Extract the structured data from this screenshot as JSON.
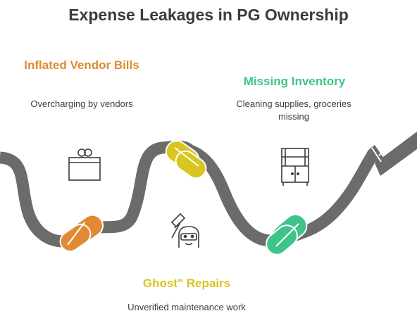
{
  "title": "Expense Leakages in PG Ownership",
  "colors": {
    "hose": "#6b6b6b",
    "orange": "#e08a33",
    "yellow": "#d9c51f",
    "green": "#3ec488",
    "title": "#3b3b3b",
    "text": "#3d3d3d"
  },
  "items": [
    {
      "heading": "Inflated Vendor Bills",
      "description": "Overcharging by vendors",
      "icon": "purse-icon",
      "color": "#e08a33"
    },
    {
      "heading": "Missing Inventory",
      "description": "Cleaning supplies, groceries missing",
      "icon": "cupboard-icon",
      "color": "#3ec488"
    },
    {
      "heading": "Ghost\" Repairs",
      "description": "Unverified maintenance work",
      "icon": "thief-with-hammer-icon",
      "color": "#d9c51f"
    }
  ]
}
